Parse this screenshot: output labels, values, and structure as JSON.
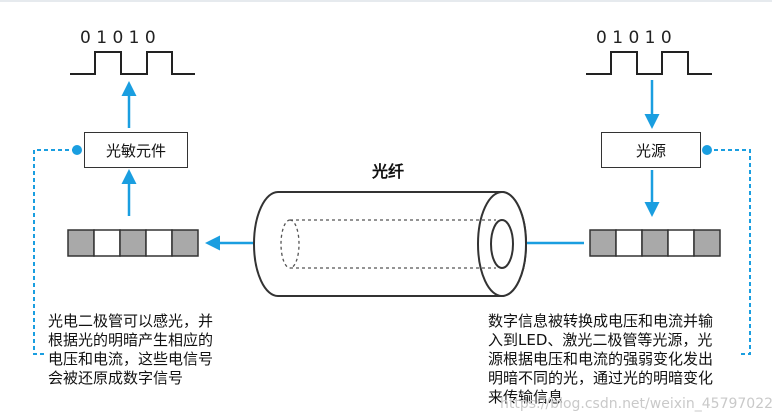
{
  "left": {
    "bits": "0 1 0 1 0",
    "component_label": "光敏元件",
    "description_lines": [
      "光电二极管可以感光，并",
      "根据光的明暗产生相应的",
      "电压和电流，这些电信号",
      "会被还原成数字信号"
    ]
  },
  "right": {
    "bits": "0 1 0 1 0",
    "component_label": "光源",
    "description_lines": [
      "数字信息被转换成电压和电流并输",
      "入到LED、激光二极管等光源，光",
      "源根据电压和电流的强弱变化发出",
      "明暗不同的光，通过光的明暗变化",
      "来传输信息"
    ]
  },
  "fiber": {
    "label": "光纤"
  },
  "watermark": "https://blog.csdn.net/weixin_45797022",
  "colors": {
    "accent": "#1a9ee0",
    "cell_gray": "#a9a9a9",
    "stroke": "#333333"
  }
}
